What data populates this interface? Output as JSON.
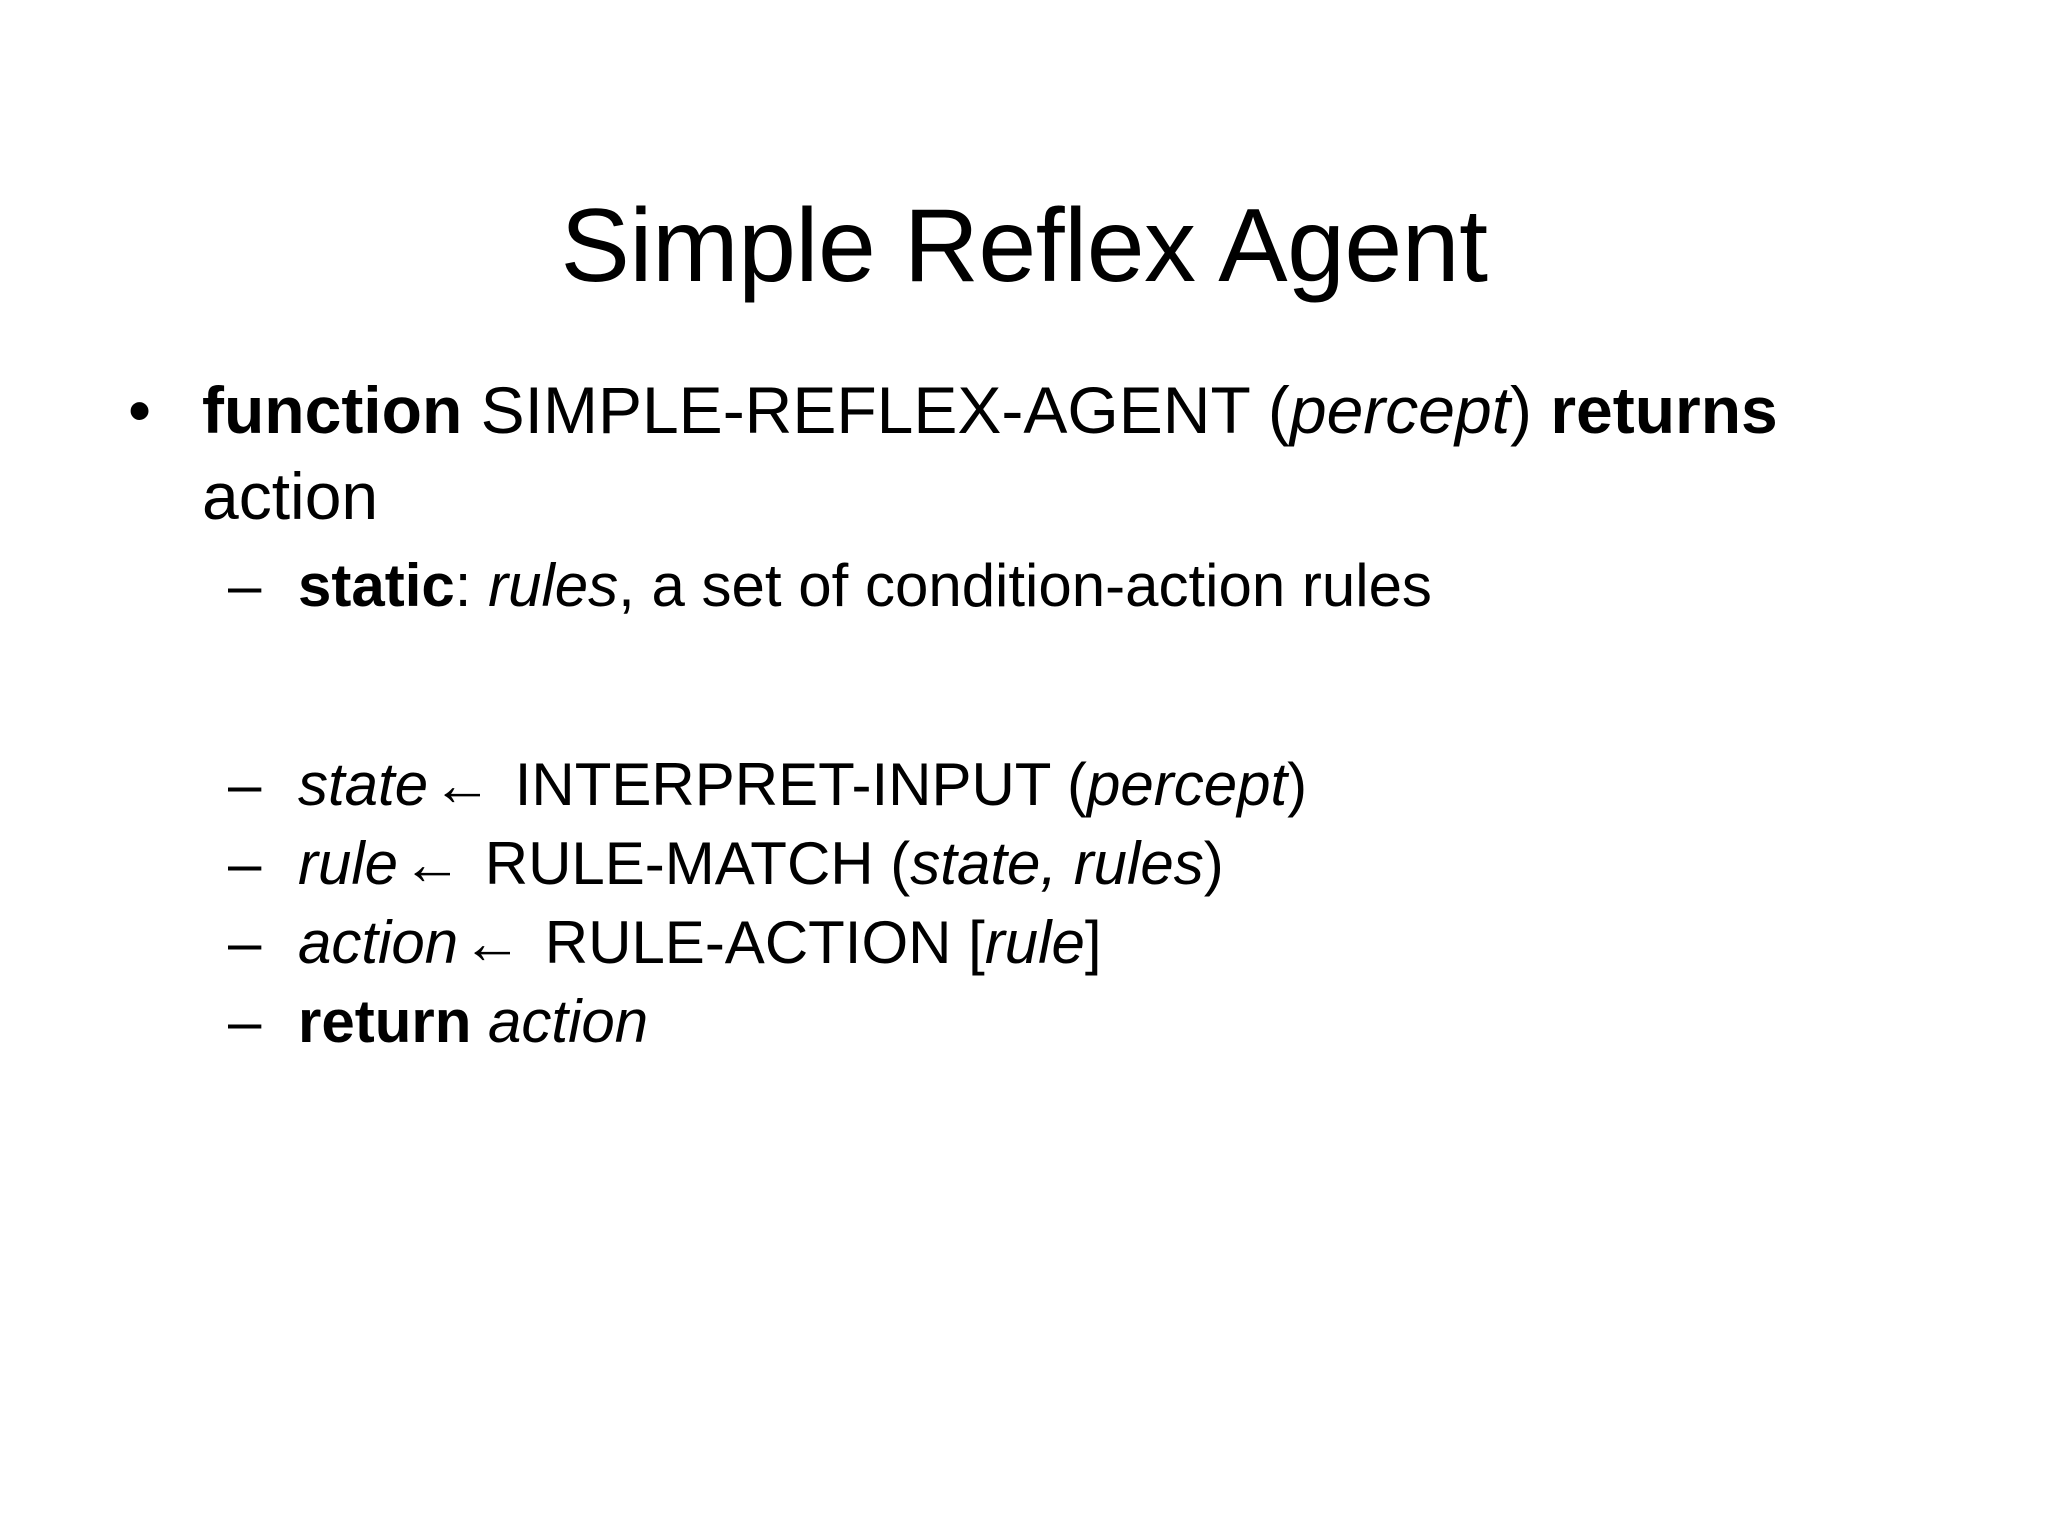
{
  "slide": {
    "title": "Simple Reflex Agent",
    "background_color": "#ffffff",
    "text_color": "#000000",
    "bullet_marker": "•",
    "dash_marker": "–",
    "arrow_glyph": "←"
  },
  "body": {
    "level1": {
      "line1": {
        "keyword": "function",
        "name": " SIMPLE-REFLEX-AGENT (",
        "param": "percept",
        "close": ")"
      },
      "line2": {
        "keyword": "returns",
        "rest": " action"
      }
    },
    "level2": [
      {
        "id": "static",
        "keyword": "static",
        "colon": ": ",
        "var": "rules",
        "rest": ", a set of condition-action rules"
      },
      {
        "id": "state-assign",
        "var": "state",
        "arrow": "←",
        "call": " INTERPRET-INPUT (",
        "args": "percept",
        "close": ")"
      },
      {
        "id": "rule-assign",
        "var": "rule",
        "arrow": "←",
        "call": " RULE-MATCH (",
        "args": "state, rules",
        "close": ")"
      },
      {
        "id": "action-assign",
        "var": "action",
        "arrow": "←",
        "call": " RULE-ACTION [",
        "args": "rule",
        "close": "]"
      },
      {
        "id": "return",
        "keyword": "return",
        "space": " ",
        "var": "action"
      }
    ]
  }
}
